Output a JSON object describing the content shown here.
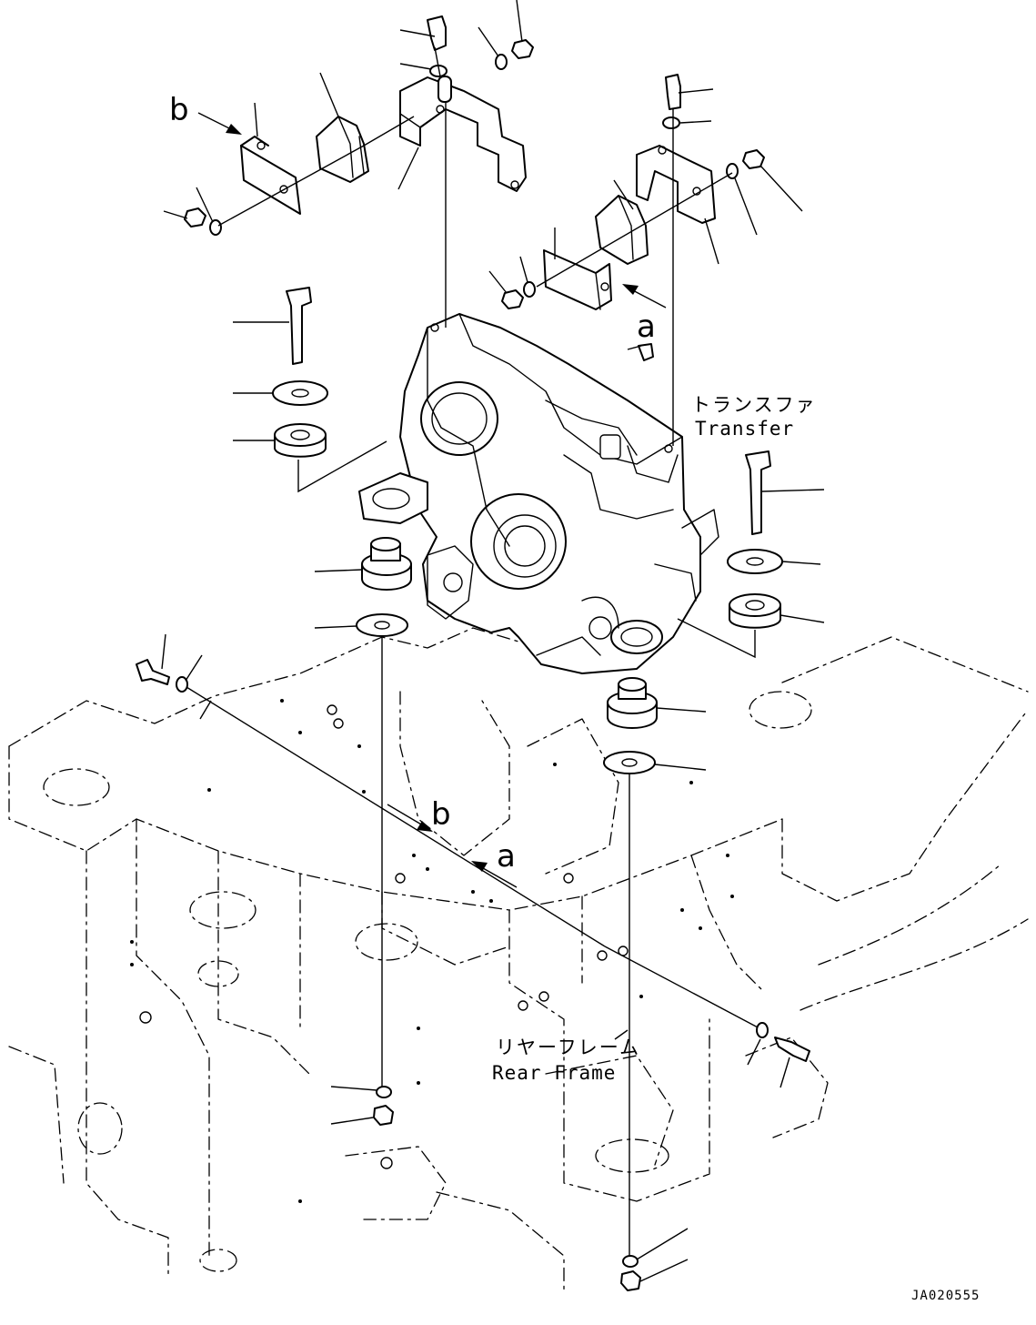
{
  "labels": {
    "transfer_jp": "トランスファ",
    "transfer_en": "Transfer",
    "rear_frame_jp": "リヤーフレーム",
    "rear_frame_en": "Rear Frame",
    "view_a_top": "a",
    "view_b_top": "b",
    "view_a_frame": "a",
    "view_b_frame": "b",
    "drawing_code": "JA020555"
  }
}
